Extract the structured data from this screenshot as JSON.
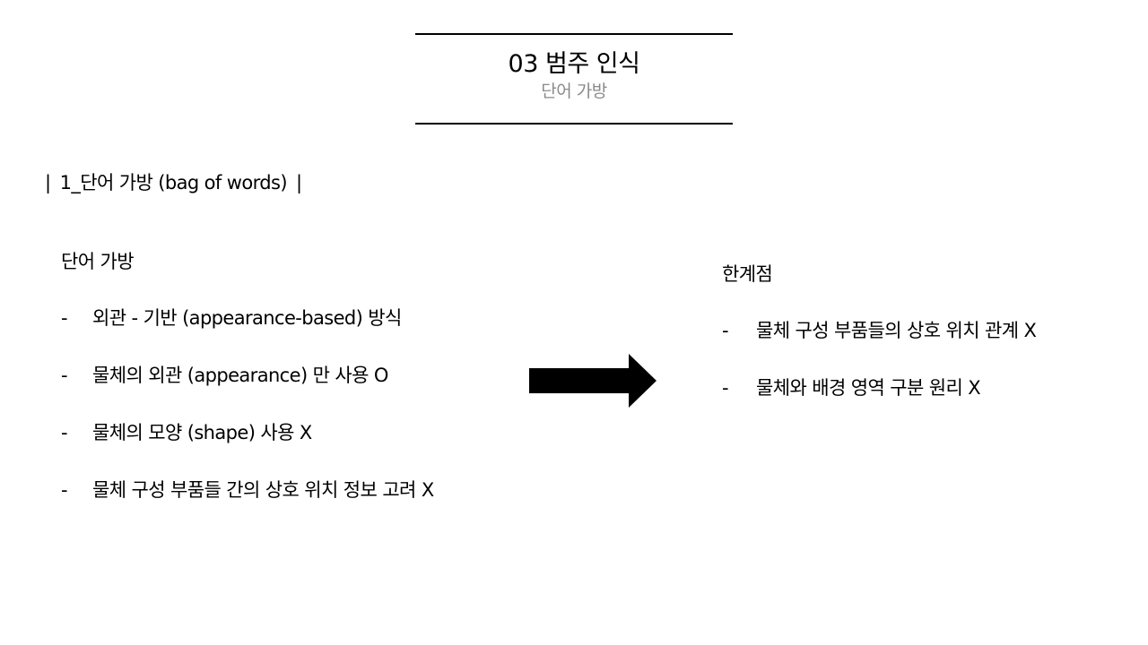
{
  "header": {
    "title": "03 범주 인식",
    "subtitle": "단어 가방"
  },
  "section": {
    "bar_left": "|",
    "heading": "1_단어 가방 (bag of words)",
    "bar_right": "|"
  },
  "left": {
    "heading": "단어 가방",
    "items": [
      "외관 - 기반 (appearance-based) 방식",
      "물체의 외관 (appearance) 만 사용 O",
      "물체의 모양 (shape) 사용 X",
      "물체 구성 부품들 간의 상호 위치 정보 고려 X"
    ]
  },
  "right": {
    "heading": "한계점",
    "items": [
      "물체 구성 부품들의 상호 위치 관계 X",
      "물체와 배경 영역 구분 원리 X"
    ]
  },
  "bullet_symbol": "-",
  "arrow": {
    "icon": "right-arrow-icon",
    "color": "#000000"
  }
}
